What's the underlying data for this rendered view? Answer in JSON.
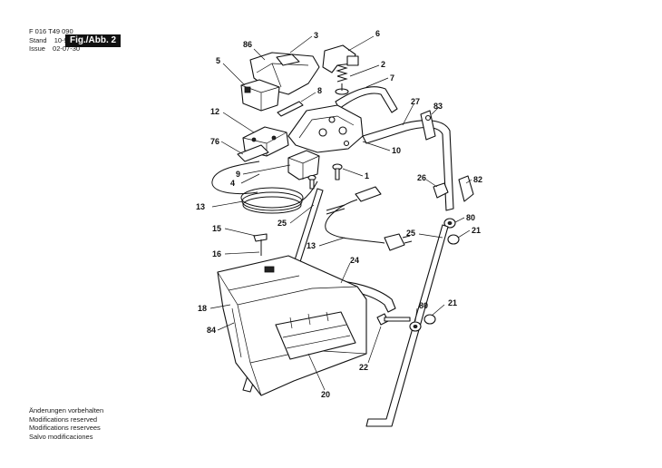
{
  "header": {
    "doc_number": "F 016 T49 090",
    "stand_label": "Stand",
    "stand_value": "10-96",
    "issue_label": "Issue",
    "issue_value": "02-07-30",
    "figure_label": "Fig./Abb. 2"
  },
  "callouts": {
    "c3": "3",
    "c86": "86",
    "c6": "6",
    "c5": "5",
    "c2": "2",
    "c7": "7",
    "c8": "8",
    "c27": "27",
    "c83": "83",
    "c12": "12",
    "c10": "10",
    "c76": "76",
    "c9": "9",
    "c1": "1",
    "c4": "4",
    "c26": "26",
    "c82": "82",
    "c13a": "13",
    "c25a": "25",
    "c80a": "80",
    "c21a": "21",
    "c13b": "13",
    "c25b": "25",
    "c15": "15",
    "c16": "16",
    "c24": "24",
    "c18": "18",
    "c84": "84",
    "c21b": "21",
    "c80b": "80",
    "c22": "22",
    "c20": "20"
  },
  "footer": {
    "lines": [
      "Änderungen vorbehalten",
      "Modifications reserved",
      "Modifications reservees",
      "Salvo modificaciones"
    ]
  }
}
